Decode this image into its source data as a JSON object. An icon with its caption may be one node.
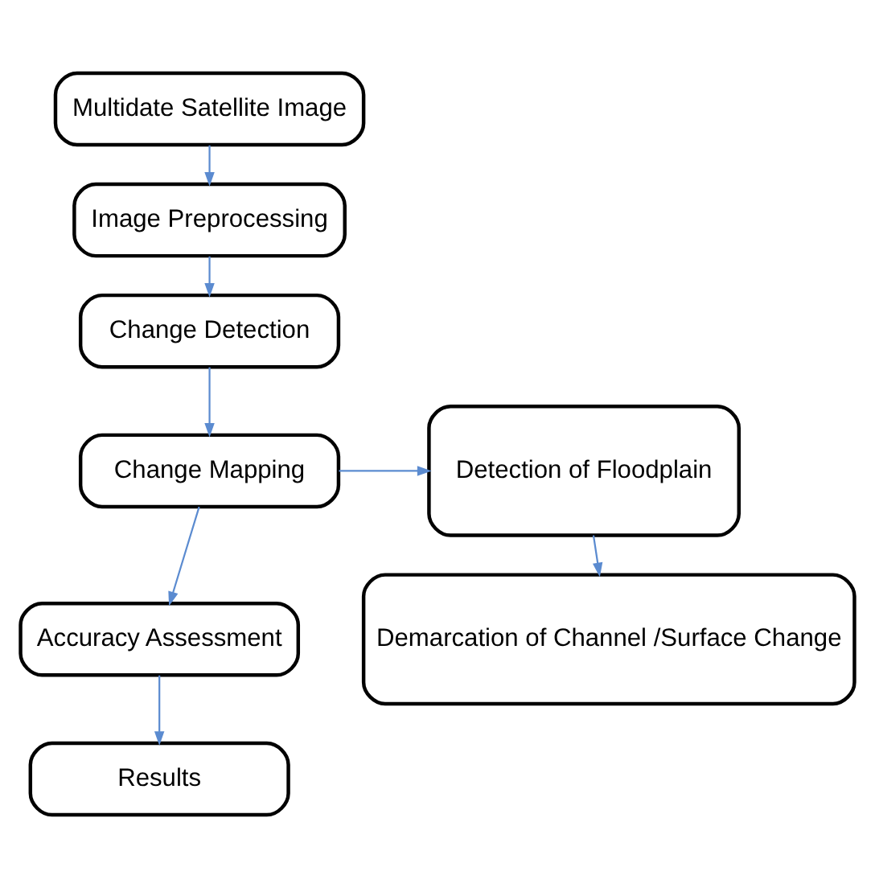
{
  "diagram": {
    "nodes": [
      {
        "text": [
          "Multidate Satellite Image"
        ]
      },
      {
        "text": [
          "Image Preprocessing"
        ]
      },
      {
        "text": [
          "Change Detection"
        ]
      },
      {
        "text": [
          "Change Mapping"
        ]
      },
      {
        "text": [
          "Detection of Floodplain"
        ]
      },
      {
        "text": [
          "Accuracy Assessment"
        ]
      },
      {
        "text": [
          "Demarcation of Channel /Surface Change"
        ]
      },
      {
        "text": [
          "Results"
        ]
      }
    ],
    "edges": [
      {
        "from": 0,
        "to": 1,
        "arrow": "to"
      },
      {
        "from": 1,
        "to": 2,
        "arrow": "to"
      },
      {
        "from": 2,
        "to": 3,
        "arrow": "to"
      },
      {
        "from": 3,
        "to": 4,
        "arrow": "to"
      },
      {
        "from": 3,
        "to": 5,
        "arrow": "to"
      },
      {
        "from": 4,
        "to": 6,
        "arrow": "to"
      },
      {
        "from": 5,
        "to": 7,
        "arrow": "to"
      }
    ]
  }
}
